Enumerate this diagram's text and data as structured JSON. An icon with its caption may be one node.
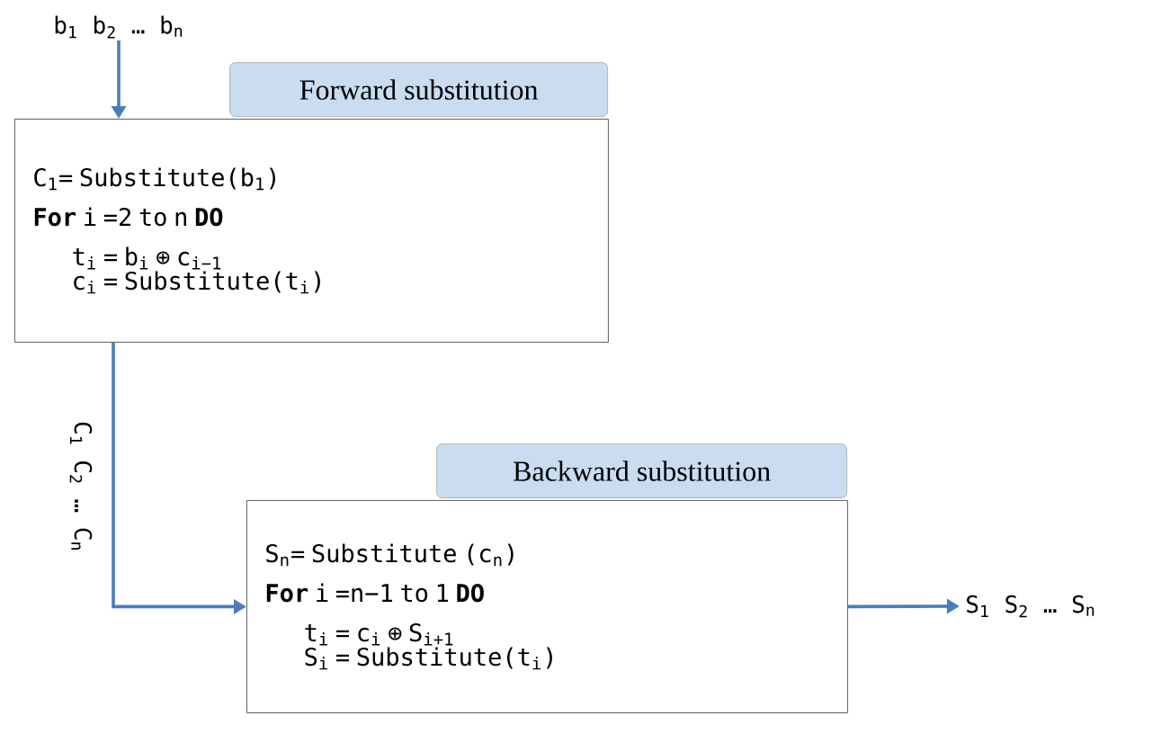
{
  "diagram": {
    "nodes": [
      {
        "text": [
          "b$_{1}$ b$_{2}$ … b$_{n}$"
        ]
      },
      {
        "text": [
          "Forward substitution",
          "C$_{1}$= Substitute(b$_{1}$)",
          "**For** i =2 to n **DO**",
          "t$_{i}$ = b$_{i}$ ⊕ c$_{i−1}$",
          "c$_{i}$ = Substitute(t$_{i}$)"
        ]
      },
      {
        "text": [
          "Backward substitution",
          "S$_{n}$= Substitute (c$_{n}$)",
          "**For** i =n−1 to 1 **DO**",
          "t$_{i}$ = c$_{i}$ ⊕ S$_{i+1}$",
          "S$_{i}$ = Substitute(t$_{i}$)"
        ]
      },
      {
        "text": [
          "S$_{1}$ S$_{2}$ … S$_{n}$"
        ]
      }
    ],
    "edges": [
      {
        "from": 0,
        "to": 1,
        "arrow": "to"
      },
      {
        "from": 1,
        "to": 2,
        "arrow": "to",
        "label": "C$_{1}$ C$_{2}$ … C$_{n}$"
      },
      {
        "from": 2,
        "to": 3,
        "arrow": "to"
      }
    ]
  }
}
